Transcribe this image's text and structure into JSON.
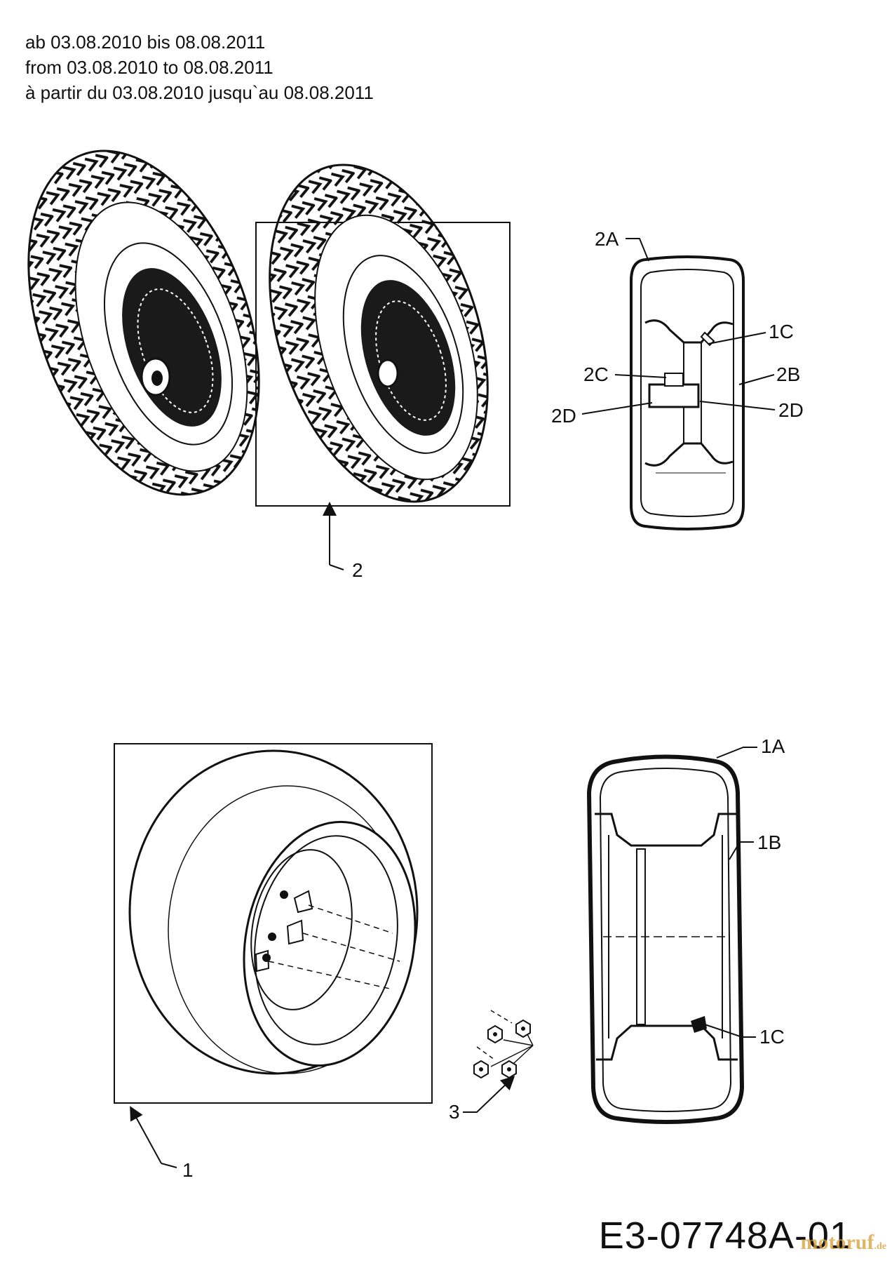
{
  "header": {
    "line_de": "ab 03.08.2010 bis 08.08.2011",
    "line_en": "from 03.08.2010 to 08.08.2011",
    "line_fr": "à partir du 03.08.2010 jusqu`au 08.08.2011"
  },
  "callouts": {
    "c1": "1",
    "c1a": "1A",
    "c1b": "1B",
    "c1c_upper": "1C",
    "c1c_lower": "1C",
    "c2": "2",
    "c2a": "2A",
    "c2b": "2B",
    "c2c": "2C",
    "c2d_left": "2D",
    "c2d_right": "2D",
    "c3": "3"
  },
  "drawing_code": "E3-07748A-01",
  "watermark": {
    "text": "motoruf",
    "suffix": ".de"
  }
}
